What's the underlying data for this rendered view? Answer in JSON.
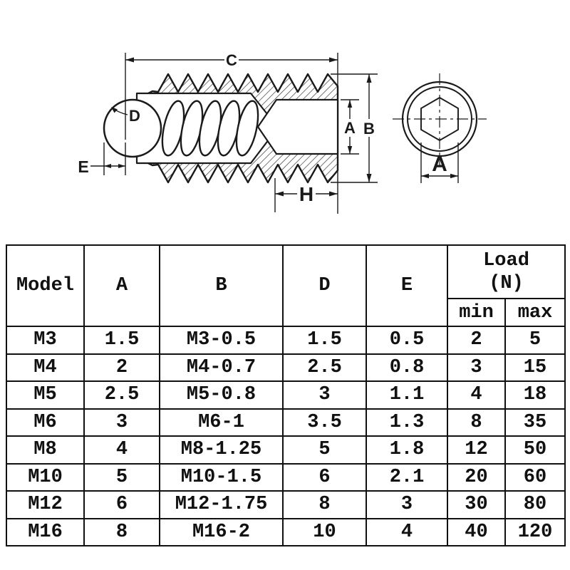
{
  "drawing": {
    "colors": {
      "line": "#1a1a1a",
      "background": "#ffffff"
    },
    "side_view_labels": {
      "c": "C",
      "d": "D",
      "e": "E",
      "a": "A",
      "b": "B",
      "h": "H"
    },
    "front_view_labels": {
      "a": "A"
    }
  },
  "table": {
    "headers": {
      "model": "Model",
      "a": "A",
      "b": "B",
      "d": "D",
      "e": "E",
      "load_line1": "Load",
      "load_line2": "(N)",
      "min": "min",
      "max": "max"
    },
    "rows": [
      {
        "model": "M3",
        "a": "1.5",
        "b": "M3-0.5",
        "d": "1.5",
        "e": "0.5",
        "load_min": "2",
        "load_max": "5"
      },
      {
        "model": "M4",
        "a": "2",
        "b": "M4-0.7",
        "d": "2.5",
        "e": "0.8",
        "load_min": "3",
        "load_max": "15"
      },
      {
        "model": "M5",
        "a": "2.5",
        "b": "M5-0.8",
        "d": "3",
        "e": "1.1",
        "load_min": "4",
        "load_max": "18"
      },
      {
        "model": "M6",
        "a": "3",
        "b": "M6-1",
        "d": "3.5",
        "e": "1.3",
        "load_min": "8",
        "load_max": "35"
      },
      {
        "model": "M8",
        "a": "4",
        "b": "M8-1.25",
        "d": "5",
        "e": "1.8",
        "load_min": "12",
        "load_max": "50"
      },
      {
        "model": "M10",
        "a": "5",
        "b": "M10-1.5",
        "d": "6",
        "e": "2.1",
        "load_min": "20",
        "load_max": "60"
      },
      {
        "model": "M12",
        "a": "6",
        "b": "M12-1.75",
        "d": "8",
        "e": "3",
        "load_min": "30",
        "load_max": "80"
      },
      {
        "model": "M16",
        "a": "8",
        "b": "M16-2",
        "d": "10",
        "e": "4",
        "load_min": "40",
        "load_max": "120"
      }
    ]
  }
}
